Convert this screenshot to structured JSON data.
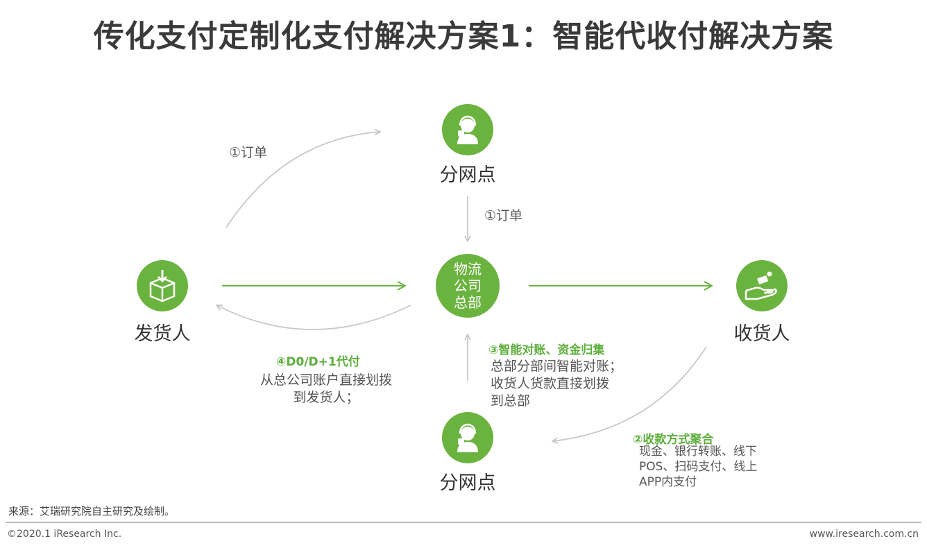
{
  "title": "传化支付定制化支付解决方案1：智能代收付解决方案",
  "colors": {
    "accent": "#6bb33f",
    "accent_text": "#5cae3c",
    "flow_gray": "#c8c8c8",
    "title": "#3a3a3a"
  },
  "nodes": {
    "top_branch": {
      "label": "分网点",
      "icon": "headset-agent-icon"
    },
    "shipper": {
      "label": "发货人",
      "icon": "package-icon"
    },
    "hub": {
      "line1": "物流",
      "line2": "公司",
      "line3": "总部"
    },
    "receiver": {
      "label": "收货人",
      "icon": "hand-receive-icon"
    },
    "bottom_branch": {
      "label": "分网点",
      "icon": "headset-agent-icon"
    }
  },
  "edges": {
    "order_left": "①订单",
    "order_top": "①订单",
    "reconcile": {
      "heading": "③智能对账、资金归集",
      "lines": [
        "总部分部间智能对账；",
        "收货人货款直接划拨",
        "到总部"
      ]
    },
    "payout": {
      "heading": "④D0/D+1代付",
      "lines": [
        "从总公司账户直接划拨",
        "到发货人；"
      ]
    },
    "collection": {
      "heading": "②收款方式聚合",
      "lines": [
        "现金、银行转账、线下",
        "POS、扫码支付、线上",
        "APP内支付"
      ]
    }
  },
  "source_note": "来源：艾瑞研究院自主研究及绘制。",
  "footer": {
    "copyright": "©2020.1 iResearch Inc.",
    "website": "www.iresearch.com.cn"
  }
}
